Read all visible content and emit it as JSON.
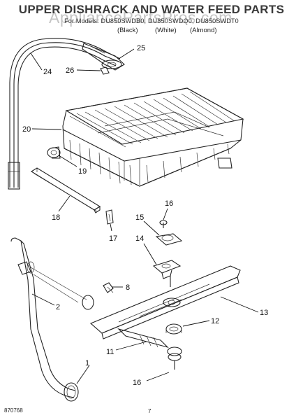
{
  "header": {
    "title": "UPPER DISHRACK AND WATER FEED PARTS",
    "models": "For Models: DU850SWDB0, DU850SWDQ0, DU850SWDT0",
    "variants": [
      "(Black)",
      "(White)",
      "(Almond)"
    ],
    "watermark": "AppliancePartsPros.com"
  },
  "callouts": {
    "c25": "25",
    "c24": "24",
    "c26": "26",
    "c20": "20",
    "c19": "19",
    "c18": "18",
    "c17": "17",
    "c16a": "16",
    "c15": "15",
    "c14": "14",
    "c8": "8",
    "c2": "2",
    "c13": "13",
    "c12": "12",
    "c11": "11",
    "c1": "1",
    "c16b": "16"
  },
  "footer": {
    "code": "870768",
    "page": "7"
  }
}
